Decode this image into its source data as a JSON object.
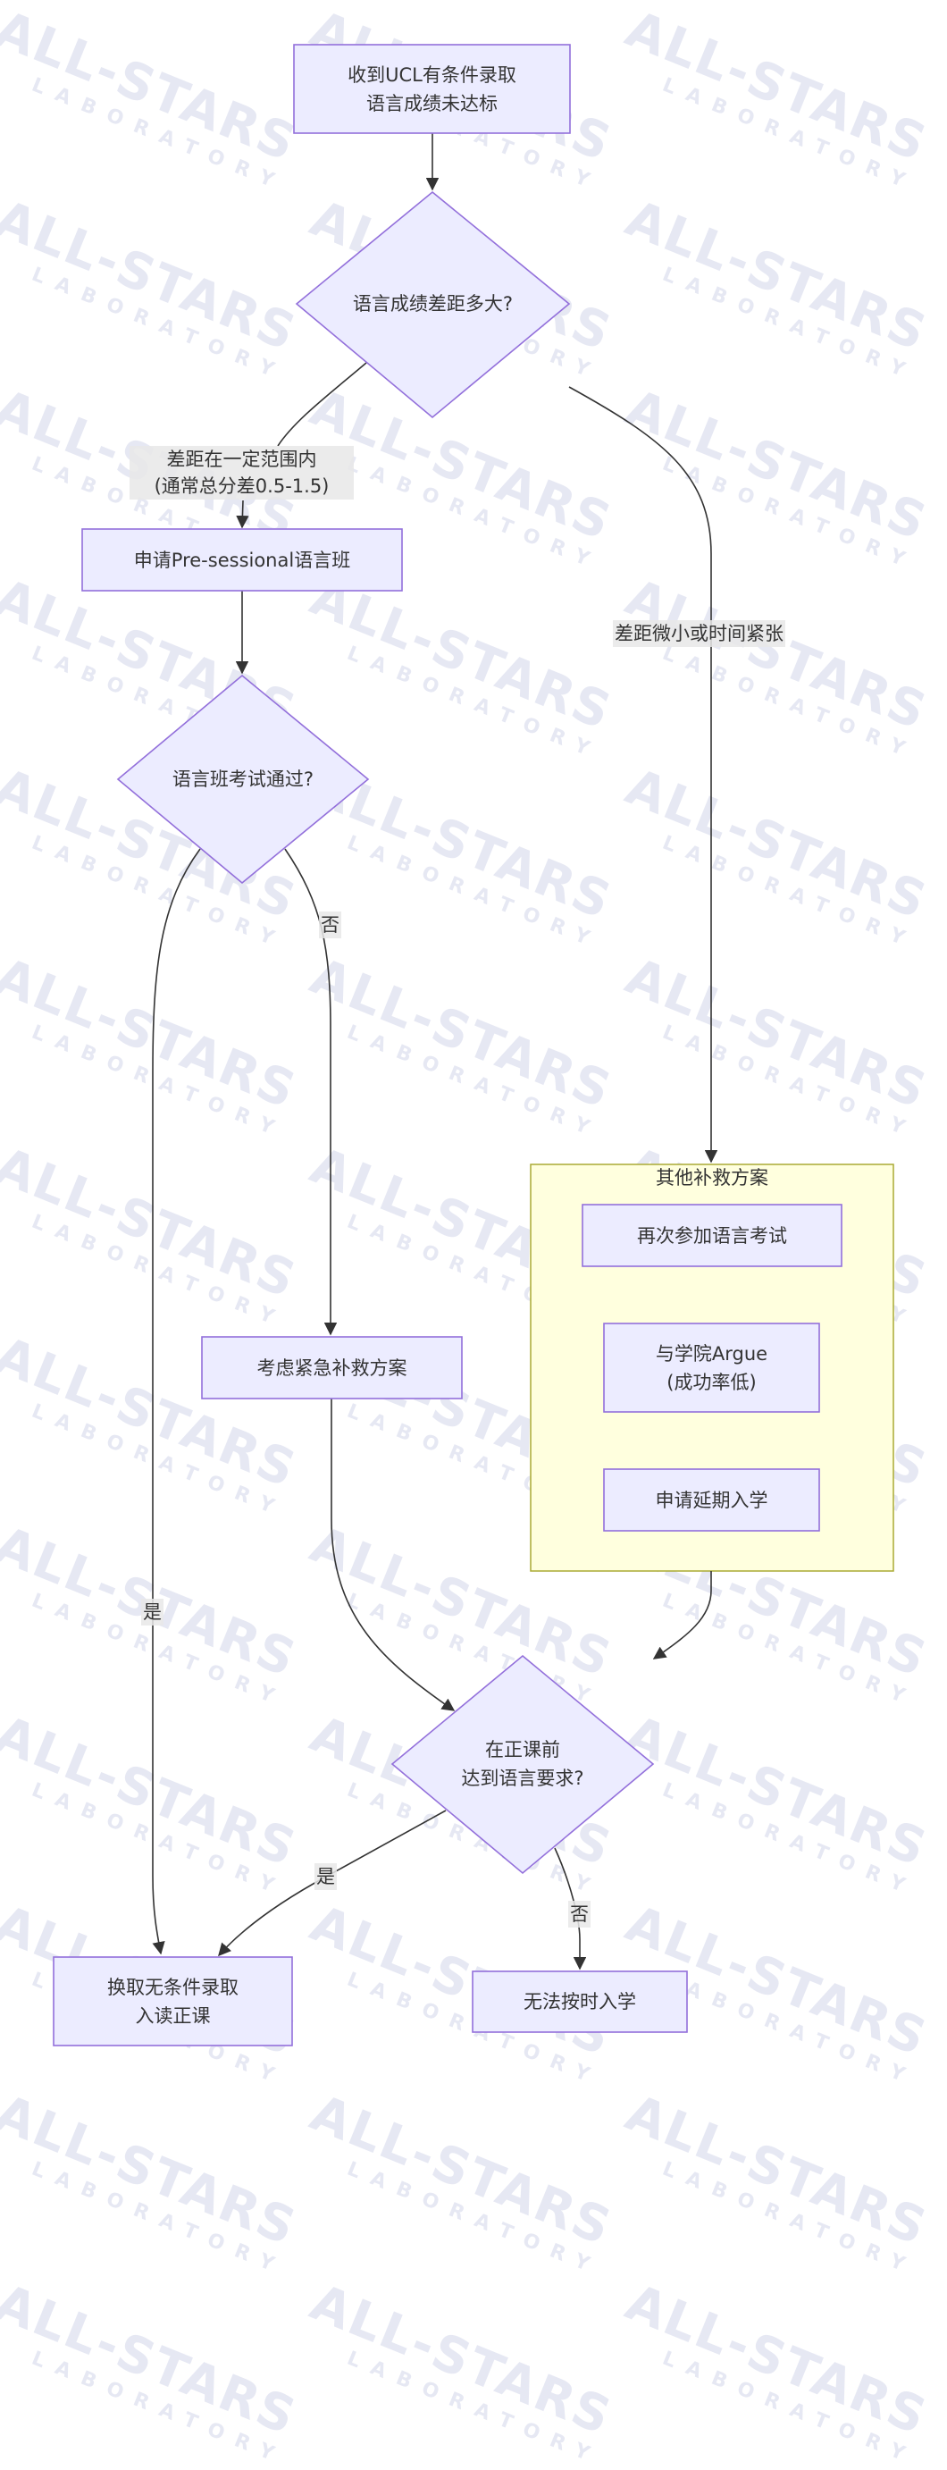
{
  "watermark": {
    "line1": "ALL-STARS",
    "line2": "LABORATORY"
  },
  "colors": {
    "node_fill": "#ECECFF",
    "node_stroke": "#9370DB",
    "cluster_fill": "#FFFFDE",
    "cluster_stroke": "#AAAA33",
    "edge": "#333333",
    "edge_label_bg": "#E8E8E8"
  },
  "nodes": {
    "start": [
      "收到UCL有条件录取",
      "语言成绩未达标"
    ],
    "gap_decision": [
      "语言成绩差距多大?"
    ],
    "presessional": [
      "申请Pre-sessional语言班"
    ],
    "pass_decision": [
      "语言班考试通过?"
    ],
    "emergency": [
      "考虑紧急补救方案"
    ],
    "retake": [
      "再次参加语言考试"
    ],
    "argue": [
      "与学院Argue",
      "(成功率低)"
    ],
    "defer": [
      "申请延期入学"
    ],
    "deadline_decision": [
      "在正课前",
      "达到语言要求?"
    ],
    "unconditional": [
      "换取无条件录取",
      "入读正课"
    ],
    "cannot_enroll": [
      "无法按时入学"
    ]
  },
  "cluster": {
    "title": "其他补救方案"
  },
  "edge_labels": {
    "gap_range": [
      "差距在一定范围内",
      "(通常总分差0.5-1.5)"
    ],
    "gap_small": "差距微小或时间紧张",
    "pass_no": "否",
    "pass_yes": "是",
    "deadline_yes": "是",
    "deadline_no": "否"
  }
}
